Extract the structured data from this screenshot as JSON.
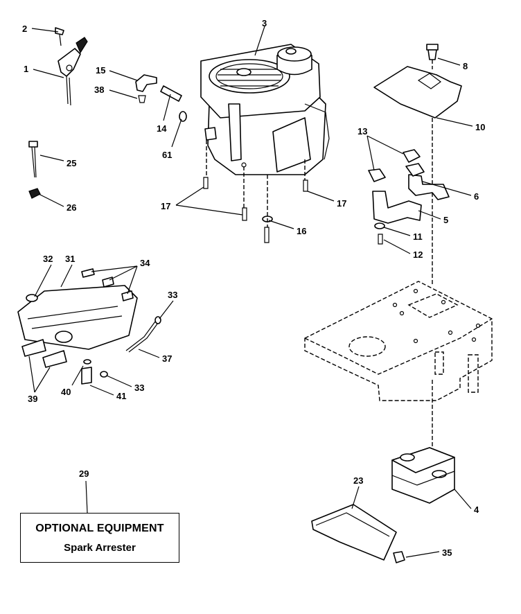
{
  "optional_box": {
    "title": "OPTIONAL EQUIPMENT",
    "subtitle": "Spark Arrester"
  },
  "callouts": {
    "c1": "1",
    "c2": "2",
    "c3": "3",
    "c4": "4",
    "c5": "5",
    "c6": "6",
    "c8": "8",
    "c10": "10",
    "c11": "11",
    "c12": "12",
    "c13": "13",
    "c14": "14",
    "c15": "15",
    "c16": "16",
    "c17a": "17",
    "c17b": "17",
    "c23": "23",
    "c25": "25",
    "c26": "26",
    "c29": "29",
    "c31": "31",
    "c32": "32",
    "c33a": "33",
    "c33b": "33",
    "c34": "34",
    "c35": "35",
    "c37": "37",
    "c38": "38",
    "c39": "39",
    "c40": "40",
    "c41": "41",
    "c61": "61"
  }
}
